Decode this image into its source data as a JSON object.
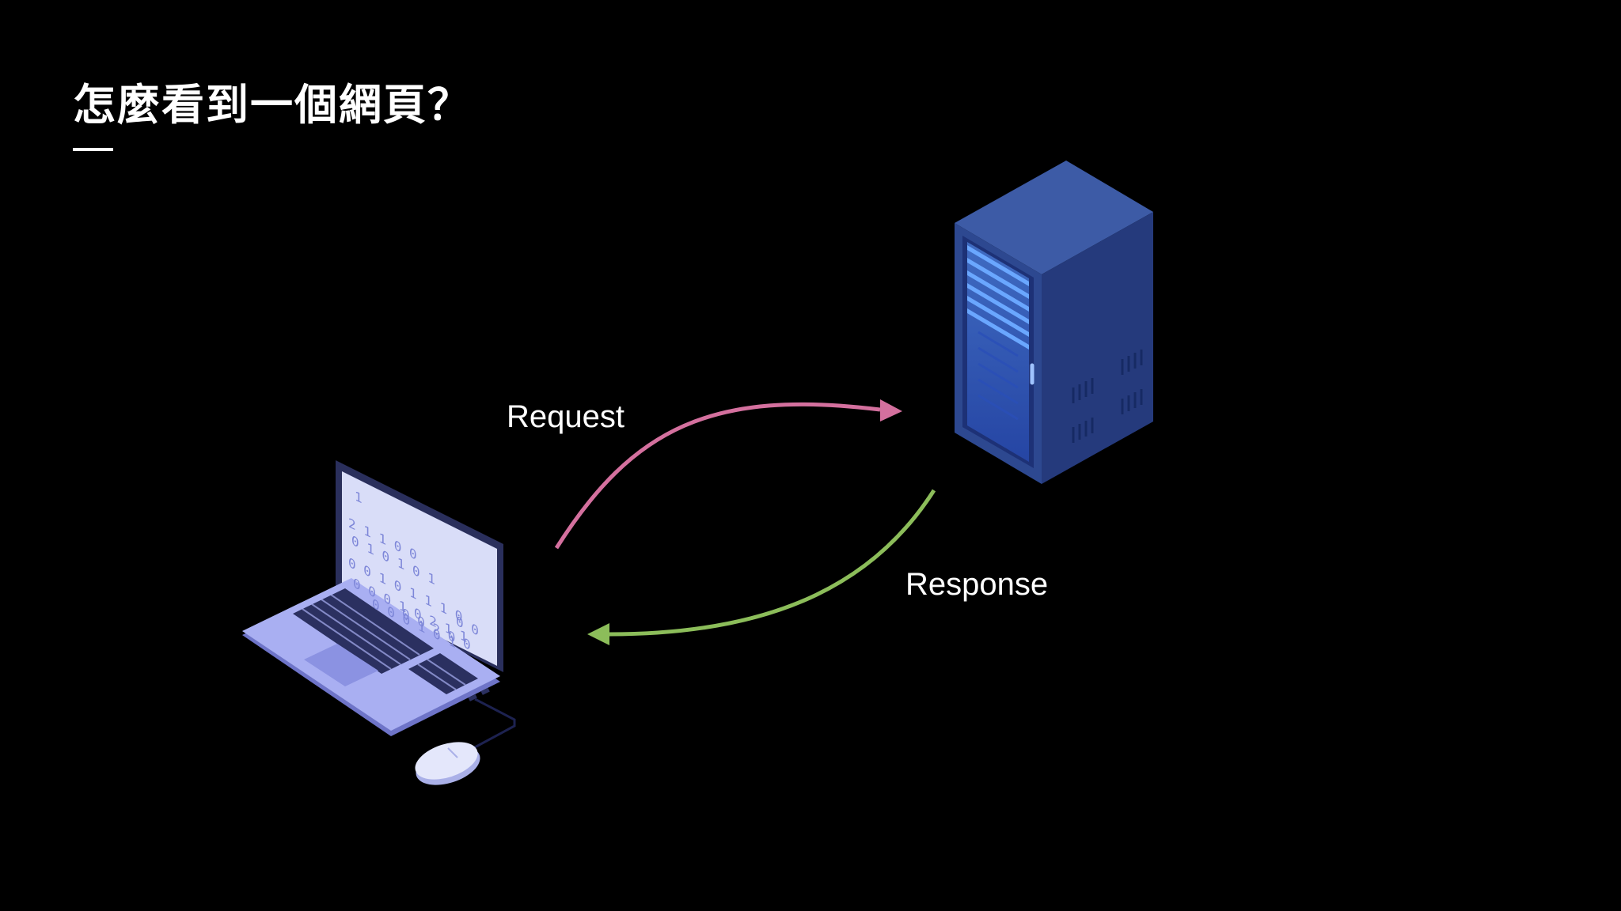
{
  "slide": {
    "title": "怎麼看到一個網頁？"
  },
  "diagram": {
    "request_label": "Request",
    "response_label": "Response",
    "screen_digits": [
      "1",
      "2 1 1 0 0",
      "0 1 0 1 0 1",
      "0 0 1 0 1 1 1 0",
      "0 0 0 1 0 2 1 1",
      "0 0 0 1 0 1",
      "0 0 2 0 0",
      "0 0"
    ]
  },
  "colors": {
    "background": "#000000",
    "text": "#ffffff",
    "request_arrow": "#d4709e",
    "response_arrow": "#8cbd5a",
    "server_front": "#2f4a8e",
    "server_side": "#26397a",
    "server_top": "#3b5aa3",
    "server_glow": "#4a8cff",
    "laptop_screen": "#d8dcf8",
    "laptop_body": "#a8aef0",
    "laptop_keys": "#2a2f5c"
  },
  "icons": {
    "laptop": "laptop-icon",
    "server": "server-rack-icon",
    "mouse": "mouse-icon"
  }
}
